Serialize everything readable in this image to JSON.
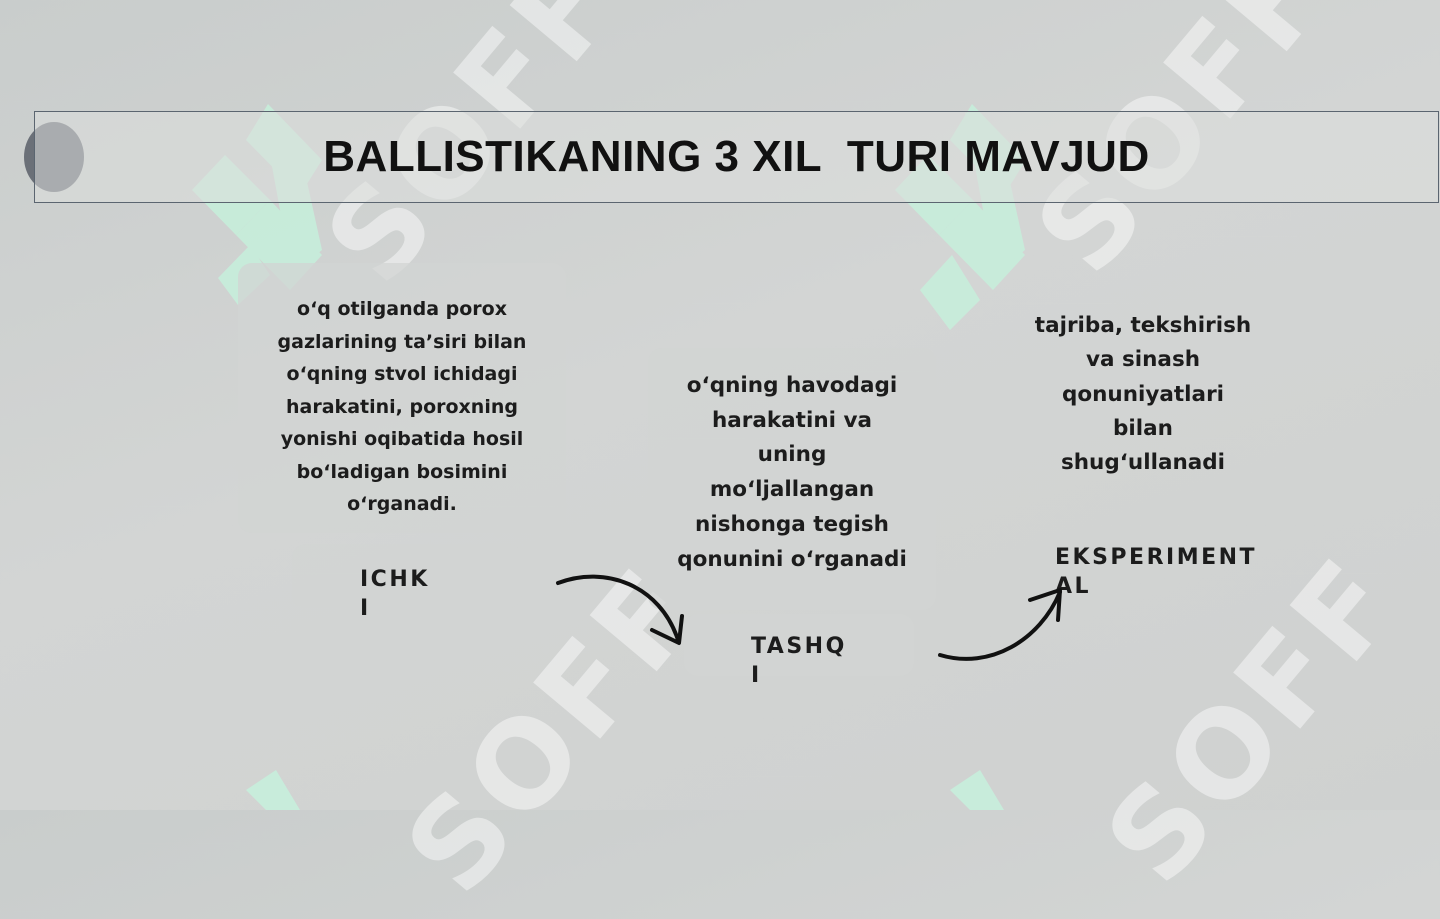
{
  "title": "BALLISTIKANING 3 XIL  TURI MAVJUD",
  "watermark": "SOFF",
  "colors": {
    "watermark_logo": "#c7eedb",
    "title_circle": "#6b7078"
  },
  "types": [
    {
      "label": "ICHK\nI",
      "description": "o‘q otilganda porox\ngazlarining ta’siri bilan\no‘qning stvol ichidagi\nharakatini, poroxning\nyonishi oqibatida hosil\nbo‘ladigan bosimini\no‘rganadi."
    },
    {
      "label": "TASHQ\nI",
      "description": "o‘qning havodagi\nharakatini va\nuning\nmo‘ljallangan\nnishonga tegish\nqonunini o‘rganadi"
    },
    {
      "label": "EKSPERIMENT\nAL",
      "description": "tajriba, tekshirish\nva sinash\nqonuniyatlari\nbilan\nshug‘ullanadi"
    }
  ]
}
